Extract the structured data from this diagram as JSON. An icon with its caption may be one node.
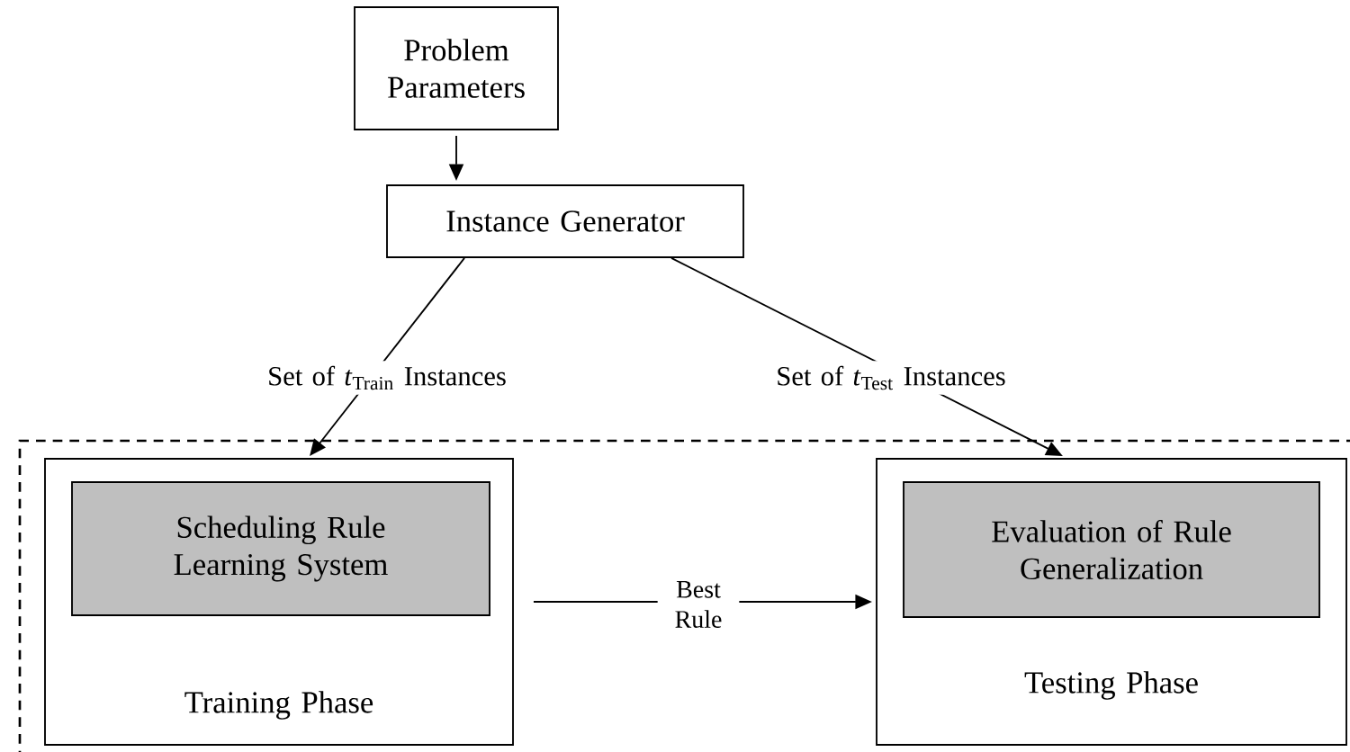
{
  "diagram": {
    "nodes": [
      {
        "text": [
          "Problem Parameters"
        ]
      },
      {
        "text": [
          "Instance Generator"
        ]
      },
      {
        "text": [],
        "shape": "box"
      },
      {
        "text": [
          "Training Phase"
        ],
        "in": 2
      },
      {
        "text": [
          "Scheduling Rule Learning System"
        ],
        "in": 3
      },
      {
        "text": [
          "Testing Phase"
        ],
        "in": 2
      },
      {
        "text": [
          "Evaluation of Rule Generalization"
        ],
        "in": 5
      }
    ],
    "edges": [
      {
        "from": 0,
        "to": 1,
        "arrow": "to"
      },
      {
        "from": 1,
        "to": 3,
        "arrow": "to",
        "label": "Set of *t*$_{Train}$ Instances"
      },
      {
        "from": 1,
        "to": 5,
        "arrow": "to",
        "label": "Set of *t*$_{Test}$ Instances"
      },
      {
        "from": 3,
        "to": 5,
        "arrow": "to",
        "label": "Best Rule"
      }
    ]
  }
}
